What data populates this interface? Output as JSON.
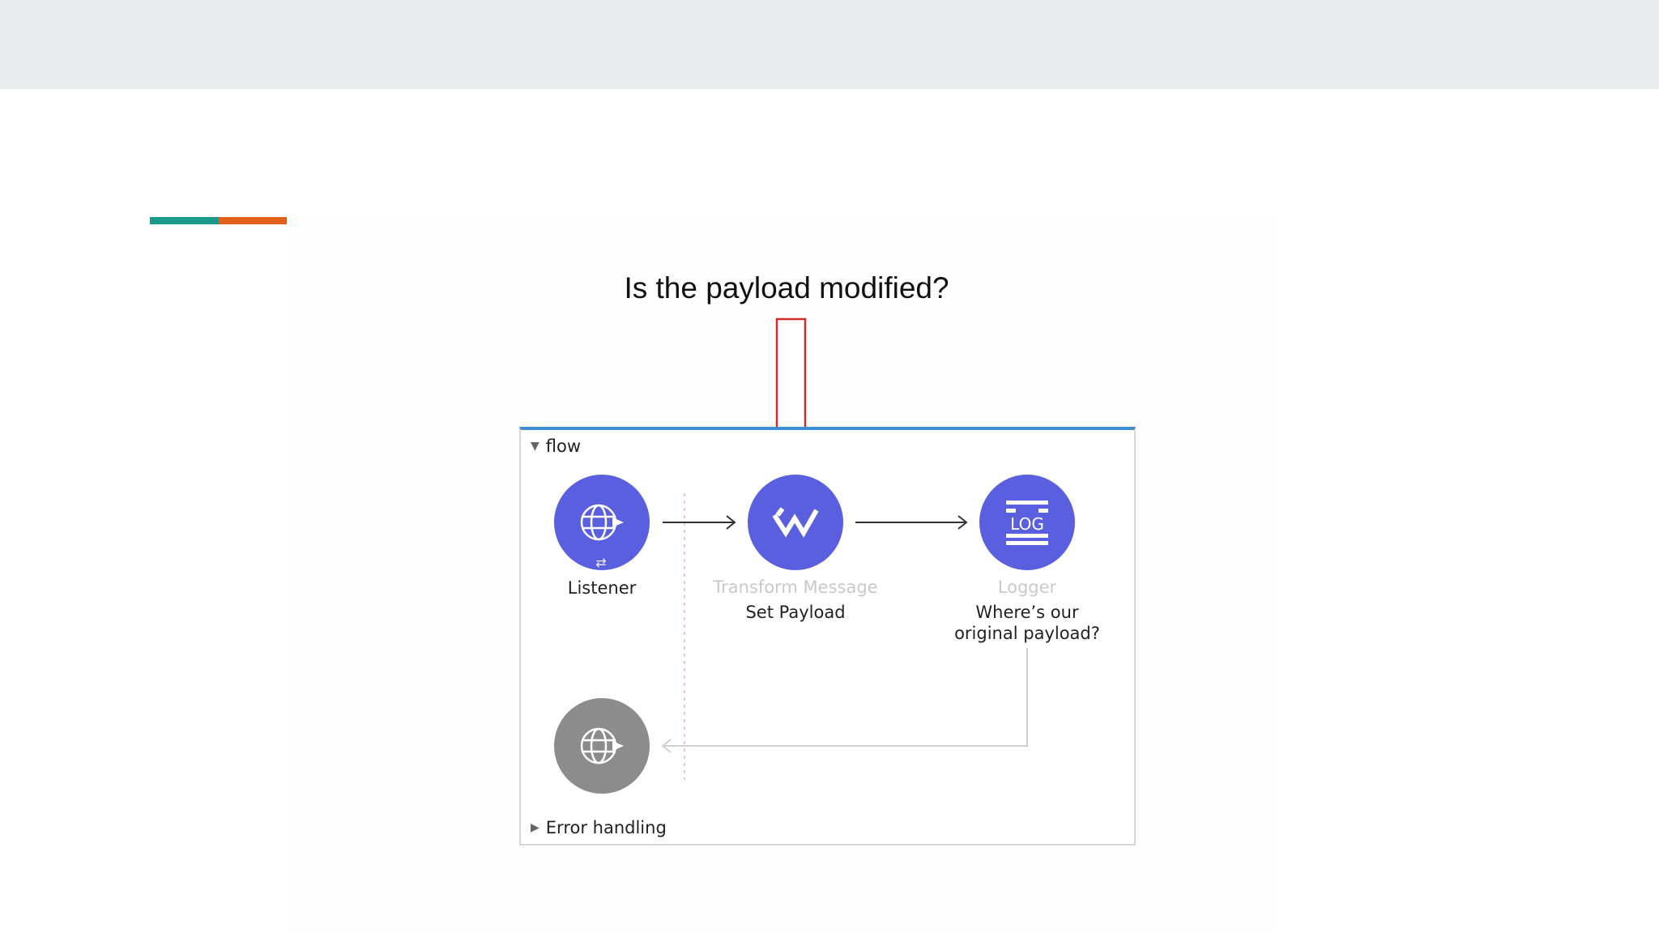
{
  "slide": {
    "question": "Is the payload modified?",
    "accent_colors": [
      "#1a9a8c",
      "#e0601b"
    ]
  },
  "flow": {
    "title": "flow",
    "error_handling": "Error handling",
    "nodes": [
      {
        "icon": "globe-listener-icon",
        "label": "Listener",
        "color": "#5a5fe0"
      },
      {
        "icon": "transform-icon",
        "type_label": "Transform Message",
        "label": "Set Payload",
        "color": "#5a5fe0"
      },
      {
        "icon": "log-icon",
        "type_label": "Logger",
        "label_line1": "Where’s our",
        "label_line2": "original payload?",
        "color": "#5a5fe0"
      },
      {
        "icon": "globe-response-icon",
        "color": "#8c8c8c"
      }
    ],
    "log_text": "LOG",
    "sync_glyph": "⇄",
    "collapse_glyph": "▼",
    "expand_glyph": "▶"
  }
}
